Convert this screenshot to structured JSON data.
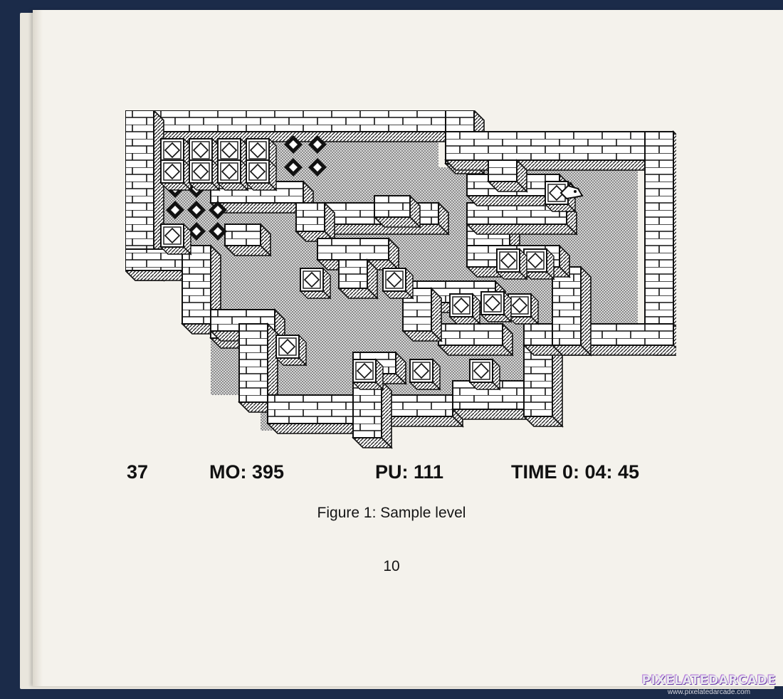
{
  "figure": {
    "stats": {
      "level": "37",
      "moves": "MO: 395",
      "pushes": "PU: 111",
      "time": "TIME  0: 04: 45"
    },
    "caption": "Figure 1: Sample level"
  },
  "page_number": "10",
  "watermark": {
    "brand": "PIXELATEDARCADE",
    "url": "www.pixelatedarcade.com"
  },
  "colors": {
    "wall": "#ffffff",
    "wall_line": "#111111",
    "floor": "#bdbdbd",
    "paper": "#f4f2ec",
    "background": "#1b2b49"
  },
  "icons": [
    "crate-icon",
    "goal-marker-icon",
    "player-icon"
  ]
}
